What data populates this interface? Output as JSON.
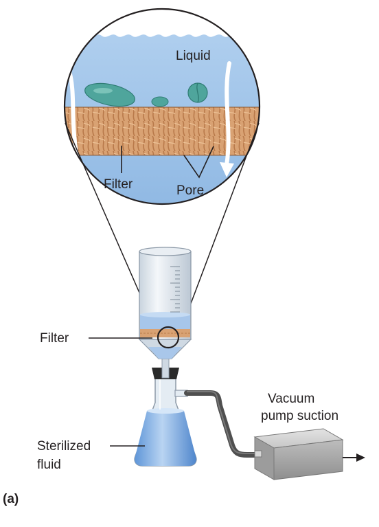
{
  "labels": {
    "liquid": "Liquid",
    "filter_zoom": "Filter",
    "pore": "Pore",
    "filter_main": "Filter",
    "vacuum_line1": "Vacuum",
    "vacuum_line2": "pump suction",
    "sterilized_line1": "Sterilized",
    "sterilized_line2": "fluid",
    "panel_letter": "(a)"
  },
  "colors": {
    "liquid_blue": "#9fc4ea",
    "filter_tan": "#d9a273",
    "cell_teal": "#4fa59c",
    "glass": "#dde6ee",
    "tubing": "#555555",
    "pump_box": "#b9b9b9"
  },
  "icons": [
    "white-flow-arrow-icon",
    "right-arrow-icon"
  ]
}
